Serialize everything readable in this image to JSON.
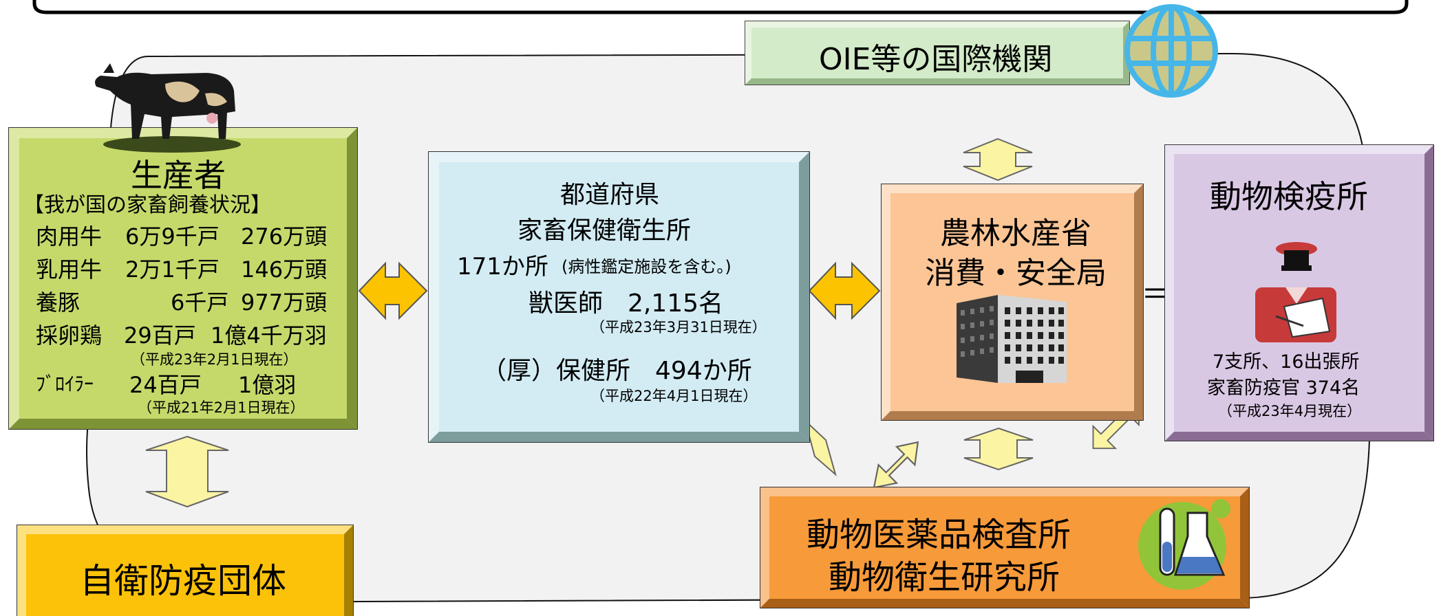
{
  "producer": {
    "title": "生産者",
    "subtitle": "【我が国の家畜飼養状況】",
    "rows": [
      {
        "animal": "肉用牛",
        "households": "6万9千戸",
        "heads": "276万頭"
      },
      {
        "animal": "乳用牛",
        "households": "2万1千戸",
        "heads": "146万頭"
      },
      {
        "animal": "養豚",
        "households": "6千戸",
        "heads": "977万頭"
      },
      {
        "animal": "採卵鶏",
        "households": "29百戸",
        "heads": "1億4千万羽"
      }
    ],
    "note1": "（平成23年2月1日現在）",
    "broiler_animal": "ﾌﾞﾛｲﾗｰ",
    "broiler_households": "24百戸",
    "broiler_heads": "1億羽",
    "note2": "（平成21年2月1日現在）"
  },
  "prefecture": {
    "line1": "都道府県",
    "line2": "家畜保健衛生所",
    "facilities_main": "171か所",
    "facilities_note": "(病性鑑定施設を含む。)",
    "vets": "獣医師　2,115名",
    "note1": "（平成23年3月31日現在）",
    "health": "（厚）保健所　494か所",
    "note2": "（平成22年4月1日現在）"
  },
  "oie": {
    "label": "OIE等の国際機関"
  },
  "maff": {
    "line1": "農林水産省",
    "line2": "消費・安全局"
  },
  "equals": "＝",
  "quarantine": {
    "title": "動物検疫所",
    "line1": "7支所、16出張所",
    "line2": "家畜防疫官 374名",
    "note": "（平成23年4月現在）"
  },
  "labs": {
    "line1": "動物医薬品検査所",
    "line2": "動物衛生研究所"
  },
  "self_defense": {
    "label": "自衛防疫団体"
  },
  "icons": [
    "cow-icon",
    "globe-icon",
    "building-icon",
    "quarantine-officer-icon",
    "flask-icon"
  ],
  "colors": {
    "producer": "#c5d96b",
    "prefecture": "#d3ecf4",
    "oie": "#d3ebc8",
    "maff": "#fbc596",
    "quarantine": "#d9c8e4",
    "labs": "#f79a3a",
    "self_defense": "#fcc20a",
    "arrow_pale": "#fbf4a3",
    "arrow_gold": "#fcc300"
  }
}
